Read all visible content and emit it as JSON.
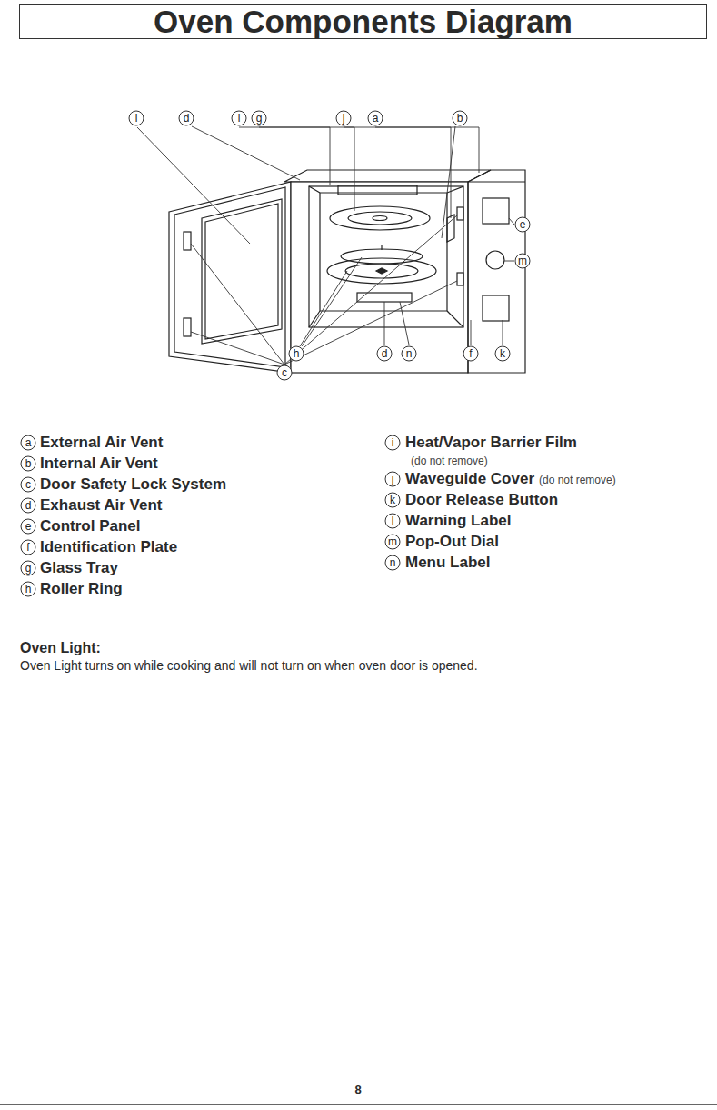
{
  "diagram": {
    "title": "Oven Components Diagram",
    "labels": [
      "i",
      "d",
      "l",
      "g",
      "j",
      "a",
      "b",
      "e",
      "m",
      "h",
      "c",
      "d",
      "n",
      "f",
      "k",
      "a",
      "External Air Vent",
      "b",
      "Internal Air Vent",
      "c",
      "Door Safety Lock System",
      "d",
      "Exhaust Air Vent",
      "e",
      "Control Panel",
      "f",
      "Identification Plate",
      "g",
      "Glass Tray",
      "h",
      "Roller Ring",
      "i",
      "Heat/Vapor Barrier Film",
      "(do not remove)",
      "j",
      "Waveguide Cover",
      "(do not remove)",
      "k",
      "Door Release Button",
      "l",
      "Warning Label",
      "m",
      "Pop-Out Dial",
      "n",
      "Menu Label",
      "Oven Light:",
      "Oven Light turns on while cooking and will not turn on when oven door is opened.",
      "8"
    ]
  }
}
